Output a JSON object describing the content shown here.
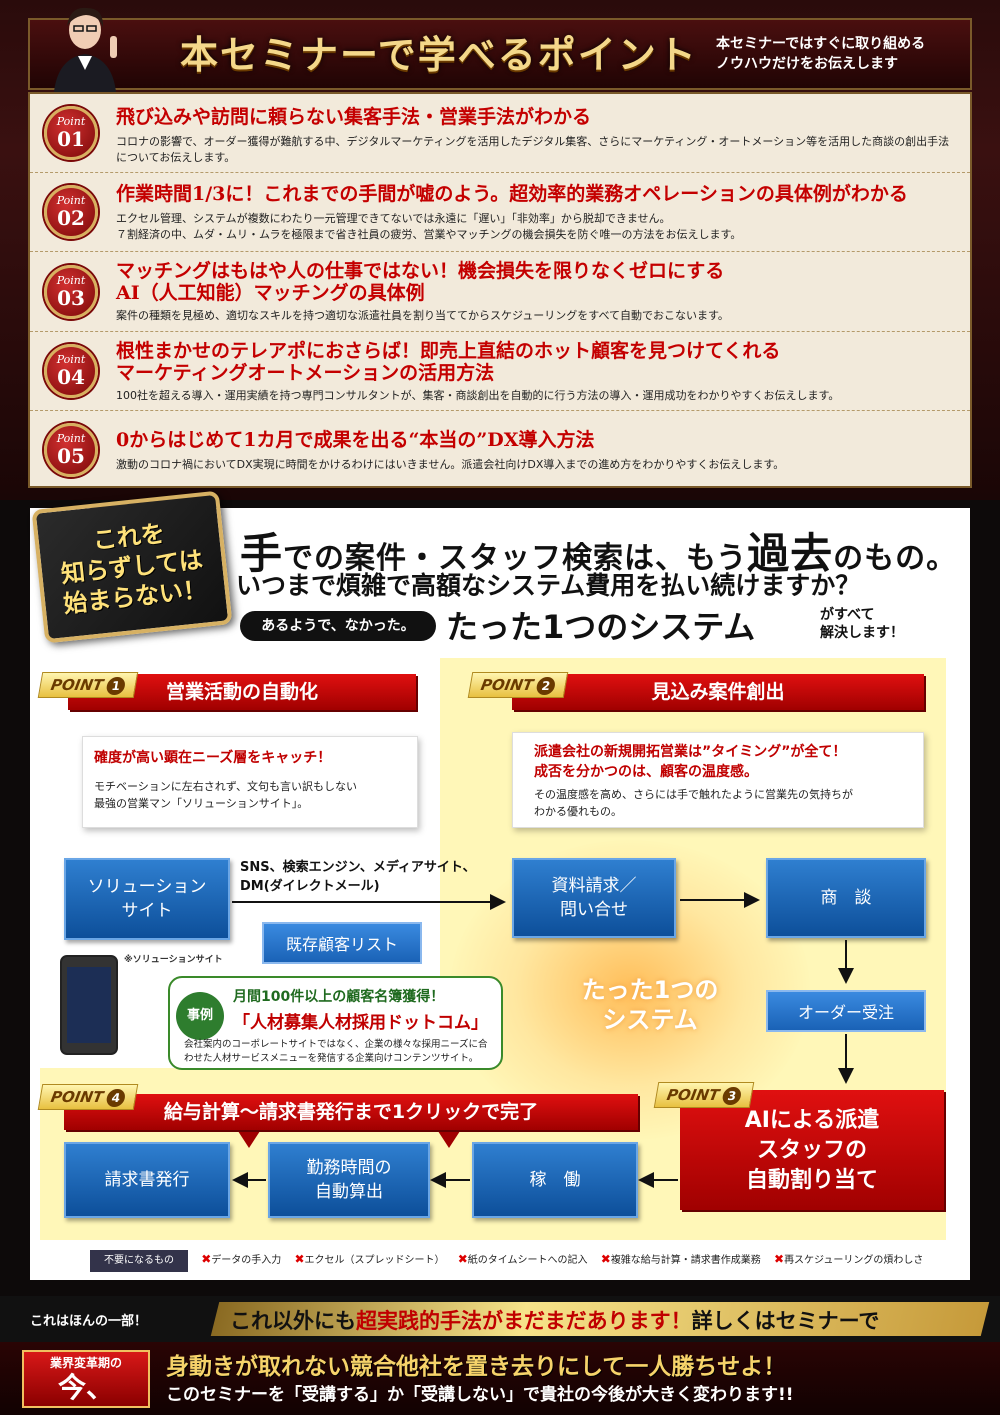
{
  "header": {
    "title": "本セミナーで学べるポイント",
    "sub_line1": "本セミナーではすぐに取り組める",
    "sub_line2": "ノウハウだけをお伝えします"
  },
  "points": [
    {
      "label": "Point",
      "num": "01",
      "title": "飛び込みや訪問に頼らない集客手法・営業手法がわかる",
      "title2": "",
      "desc": "コロナの影響で、オーダー獲得が難航する中、デジタルマーケティングを活用したデジタル集客、さらにマーケティング・オートメーション等を活用した商談の創出手法についてお伝えします。"
    },
    {
      "label": "Point",
      "num": "02",
      "title": "作業時間1/3に！これまでの手間が嘘のよう。超効率的業務オペレーションの具体例がわかる",
      "title2": "",
      "desc": "エクセル管理、システムが複数にわたり一元管理できてないでは永遠に「遅い」「非効率」から脱却できません。\n７割経済の中、ムダ・ムリ・ムラを極限まで省き社員の疲労、営業やマッチングの機会損失を防ぐ唯一の方法をお伝えします。"
    },
    {
      "label": "Point",
      "num": "03",
      "title": "マッチングはもはや人の仕事ではない！機会損失を限りなくゼロにする",
      "title2": "AI（人工知能）マッチングの具体例",
      "desc": "案件の種類を見極め、適切なスキルを持つ適切な派遣社員を割り当ててからスケジューリングをすべて自動でおこないます。"
    },
    {
      "label": "Point",
      "num": "04",
      "title": "根性まかせのテレアポにおさらば！即売上直結のホット顧客を見つけてくれる",
      "title2": "マーケティングオートメーションの活用方法",
      "desc": "100社を超える導入・運用実績を持つ専門コンサルタントが、集客・商談創出を自動的に行う方法の導入・運用成功をわかりやすくお伝えします。"
    },
    {
      "label": "Point",
      "num": "05",
      "title": "0からはじめて1カ月で成果を出る“本当の”DX導入方法",
      "title2": "",
      "desc": "激動のコロナ禍においてDX実現に時間をかけるわけにはいきません。派遣会社向けDX導入までの進め方をわかりやすくお伝えします。"
    }
  ],
  "badge": {
    "line1": "これを",
    "line2": "知らずしては",
    "line3": "始まらない！"
  },
  "headline": {
    "l1_a": "手",
    "l1_b": "での案件・スタッフ検索は、もう",
    "l1_c": "過去",
    "l1_d": "のもの。",
    "l2": "いつまで煩雑で高額なシステム費用を払い続けますか？",
    "pill": "あるようで、なかった。",
    "l3": "たった1つのシステム",
    "l3_side1": "がすべて",
    "l3_side2": "解決します！"
  },
  "diagram": {
    "p1_tag": "POINT",
    "p1_num": "1",
    "p1_title": "営業活動の自動化",
    "p1_red": "確度が高い顕在ニーズ層をキャッチ！",
    "p1_txt1": "モチベーションに左右されず、文句も言い訳もしない",
    "p1_txt2": "最強の営業マン「ソリューションサイト」。",
    "p2_tag": "POINT",
    "p2_num": "2",
    "p2_title": "見込み案件創出",
    "p2_red1": "派遣会社の新規開拓営業は”タイミング”が全て！",
    "p2_red2": "成否を分かつのは、顧客の温度感。",
    "p2_txt1": "その温度感を高め、さらには手で触れたように営業先の気持ちが",
    "p2_txt2": "わかる優れもの。",
    "sol_site_1": "ソリューション",
    "sol_site_2": "サイト",
    "sns1": "SNS、検索エンジン、メディアサイト、",
    "sns2": "DM(ダイレクトメール)",
    "req_1": "資料請求／",
    "req_2": "問い合せ",
    "meeting": "商　談",
    "existing": "既存顧客リスト",
    "order": "オーダー受注",
    "sol_note": "※ソリューションサイト",
    "case_badge": "事例",
    "case_l1": "月間100件以上の顧客名簿獲得！",
    "case_l2": "「人材募集人材採用ドットコム」",
    "case_desc": "会社案内のコーポレートサイトではなく、企業の様々な採用ニーズに合わせた人材サービスメニューを発信する企業向けコンテンツサイト。",
    "glow_1": "たった1つの",
    "glow_2": "システム",
    "p3_tag": "POINT",
    "p3_num": "3",
    "p3_1": "AIによる派遣",
    "p3_2": "スタッフの",
    "p3_3": "自動割り当て",
    "p4_tag": "POINT",
    "p4_num": "4",
    "p4_title": "給与計算〜請求書発行まで1クリックで完了",
    "invoice": "請求書発行",
    "attend_1": "勤務時間の",
    "attend_2": "自動算出",
    "work": "稼　働"
  },
  "not_needed": {
    "label": "不要になるもの",
    "items": [
      "データの手入力",
      "エクセル（スプレッドシート）",
      "紙のタイムシートへの記入",
      "複雑な給与計算・請求書作成業務",
      "再スケジューリングの煩わしさ"
    ]
  },
  "bottom": {
    "left": "これはほんの一部！",
    "band_a": "これ以外にも",
    "band_b": "超実践的手法がまだまだあります！",
    "band_c": "詳しくはセミナーで",
    "badge_small": "業界変革期の",
    "badge_big": "今、",
    "line1": "身動きが取れない競合他社を置き去りにして一人勝ちせよ！",
    "line2": "このセミナーを「受講する」か「受講しない」で貴社の今後が大きく変わります!!"
  },
  "colors": {
    "accent_red": "#c40000",
    "gold": "#d7b163",
    "blue": "#1a62b6"
  }
}
